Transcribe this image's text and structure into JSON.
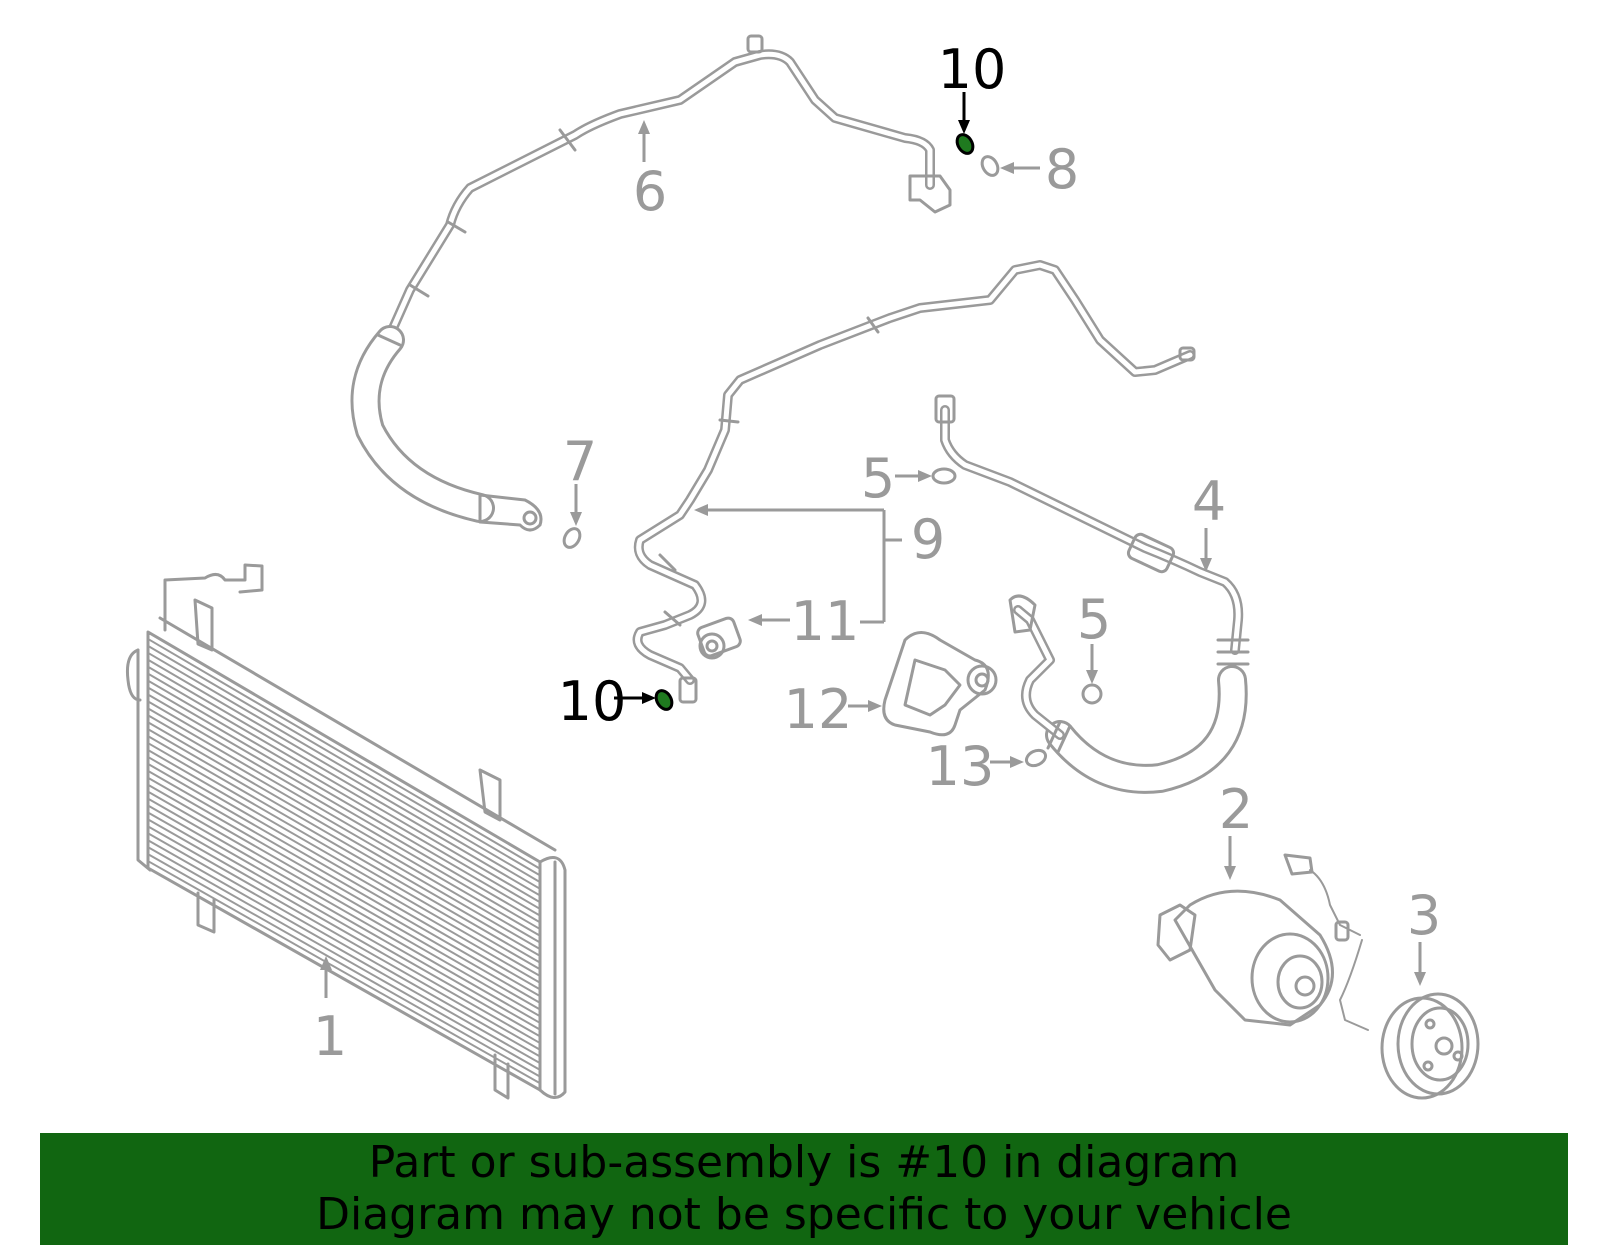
{
  "diagram": {
    "highlight_part": "10",
    "colors": {
      "line": "#9a9a9a",
      "highlight_text": "#000000",
      "highlight_fill": "#1f7a1f",
      "banner_bg": "#116611"
    },
    "callouts": {
      "c1": "1",
      "c2": "2",
      "c3": "3",
      "c4": "4",
      "c5a": "5",
      "c5b": "5",
      "c6": "6",
      "c7": "7",
      "c8": "8",
      "c9": "9",
      "c10a": "10",
      "c10b": "10",
      "c11": "11",
      "c12": "12",
      "c13": "13"
    }
  },
  "banner": {
    "line1": "Part or sub-assembly is #10 in diagram",
    "line2": "Diagram may not be specific to your vehicle"
  }
}
